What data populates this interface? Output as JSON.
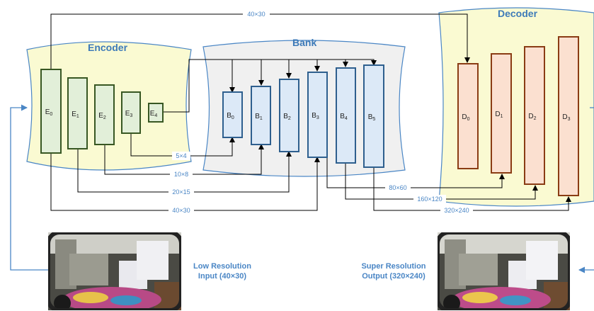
{
  "panels": {
    "encoder_title": "Encoder",
    "bank_title": "Bank",
    "decoder_title": "Decoder"
  },
  "encoder_blocks": [
    "E",
    "E",
    "E",
    "E",
    "E"
  ],
  "encoder_subs": [
    "0",
    "1",
    "2",
    "3",
    "4"
  ],
  "bank_blocks": [
    "B",
    "B",
    "B",
    "B",
    "B",
    "B"
  ],
  "bank_subs": [
    "0",
    "1",
    "2",
    "3",
    "4",
    "5"
  ],
  "decoder_blocks": [
    "D",
    "D",
    "D",
    "D"
  ],
  "decoder_subs": [
    "0",
    "1",
    "2",
    "3"
  ],
  "sizes": {
    "top_40x30": "40×30",
    "s_5x4": "5×4",
    "s_10x8": "10×8",
    "s_20x15": "20×15",
    "bottom_40x30": "40×30",
    "s_80x60": "80×60",
    "s_160x120": "160×120",
    "s_320x240": "320×240"
  },
  "captions": {
    "input_line1": "Low Resolution",
    "input_line2": "Input (40×30)",
    "output_line1": "Super Resolution",
    "output_line2": "Output (320×240)"
  },
  "colors": {
    "encoder_fill": "#e2efd9",
    "encoder_stroke": "#385723",
    "bank_fill": "#dce9f7",
    "bank_stroke": "#2e5f8e",
    "decoder_fill": "#fbe0d0",
    "decoder_stroke": "#8a3c14",
    "accent": "#4a86c5"
  }
}
